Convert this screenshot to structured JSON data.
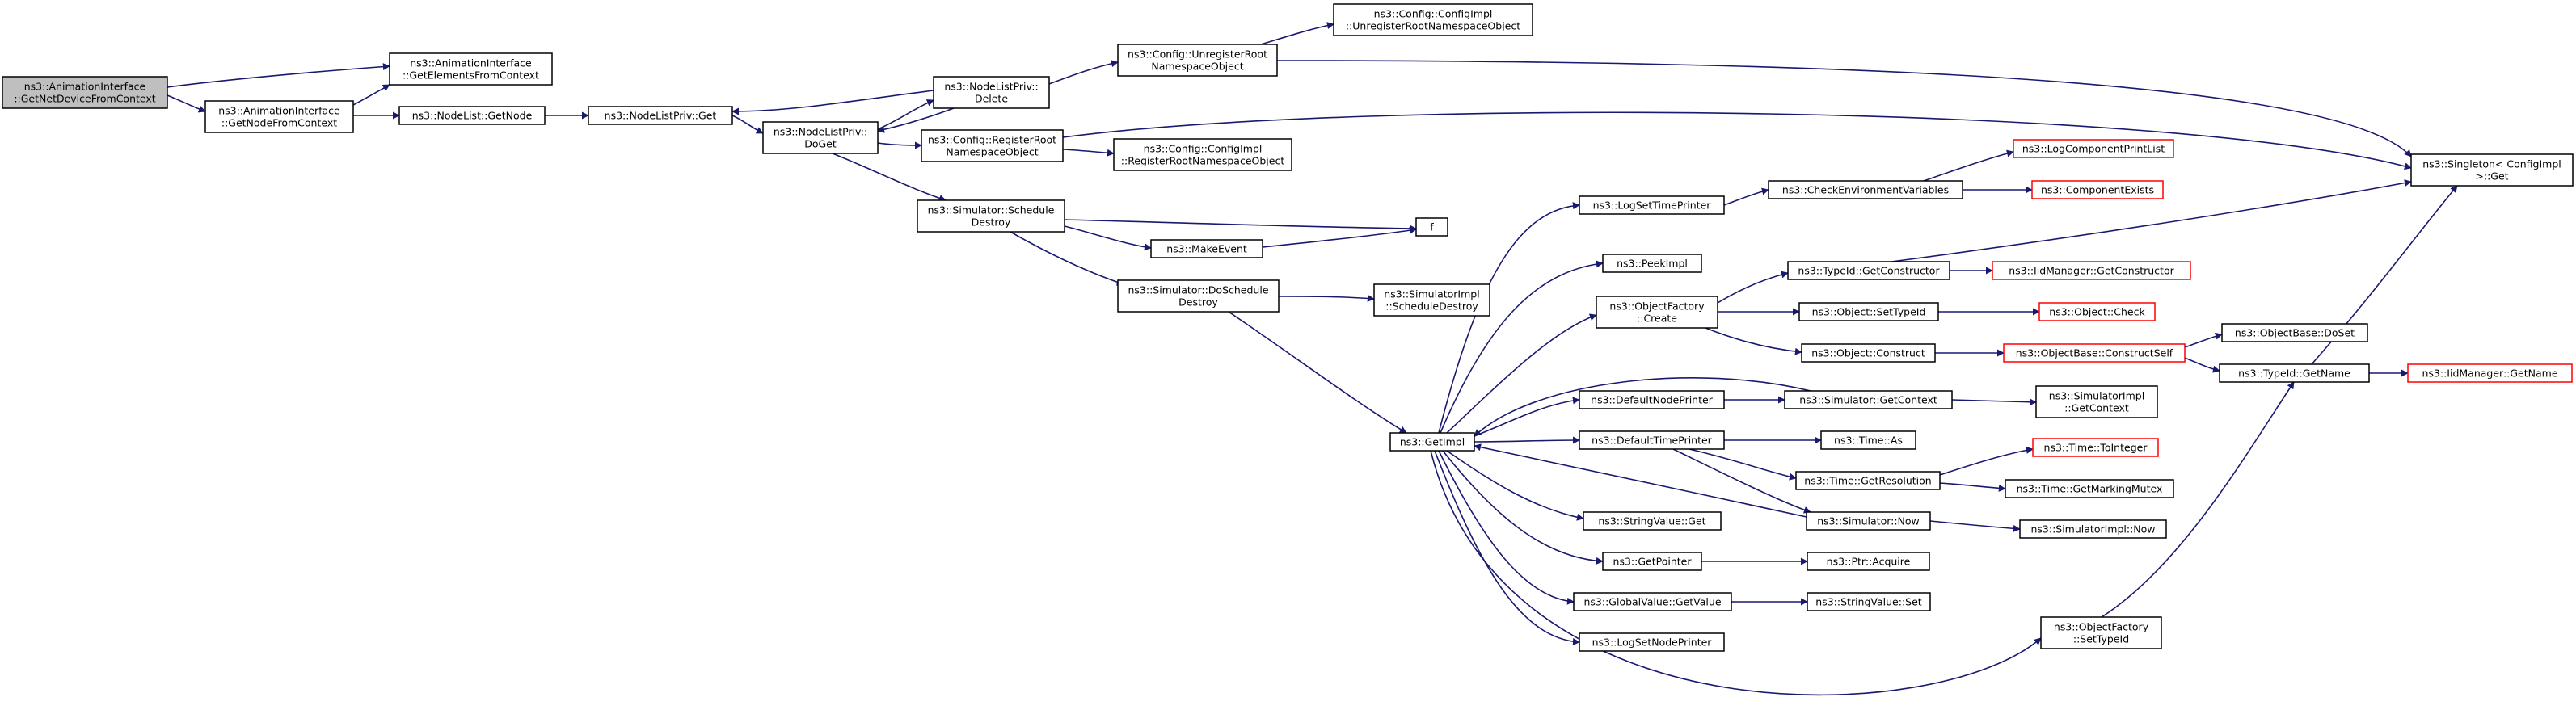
{
  "colors": {
    "edge": "#191970",
    "node_fill": "#ffffff",
    "node_border": "#000000",
    "root_fill": "#bfbfbf",
    "truncated_border": "#ff0000"
  },
  "diagram": {
    "nodes": [
      {
        "id": "root",
        "lines": [
          "ns3::AnimationInterface",
          "::GetNetDeviceFromContext"
        ],
        "style": "root"
      },
      {
        "id": "getElements",
        "lines": [
          "ns3::AnimationInterface",
          "::GetElementsFromContext"
        ],
        "style": "normal"
      },
      {
        "id": "getNodeFromCtx",
        "lines": [
          "ns3::AnimationInterface",
          "::GetNodeFromContext"
        ],
        "style": "normal"
      },
      {
        "id": "nodeListGetNode",
        "lines": [
          "ns3::NodeList::GetNode"
        ],
        "style": "normal"
      },
      {
        "id": "nlpGet",
        "lines": [
          "ns3::NodeListPriv::Get"
        ],
        "style": "normal"
      },
      {
        "id": "nlpDoGet",
        "lines": [
          "ns3::NodeListPriv::",
          "DoGet"
        ],
        "style": "normal"
      },
      {
        "id": "nlpDelete",
        "lines": [
          "ns3::NodeListPriv::",
          "Delete"
        ],
        "style": "normal"
      },
      {
        "id": "cfgUnreg",
        "lines": [
          "ns3::Config::UnregisterRoot",
          "NamespaceObject"
        ],
        "style": "normal"
      },
      {
        "id": "cfgImplUnreg",
        "lines": [
          "ns3::Config::ConfigImpl",
          "::UnregisterRootNamespaceObject"
        ],
        "style": "normal"
      },
      {
        "id": "cfgReg",
        "lines": [
          "ns3::Config::RegisterRoot",
          "NamespaceObject"
        ],
        "style": "normal"
      },
      {
        "id": "cfgImplReg",
        "lines": [
          "ns3::Config::ConfigImpl",
          "::RegisterRootNamespaceObject"
        ],
        "style": "normal"
      },
      {
        "id": "schedDestroy",
        "lines": [
          "ns3::Simulator::Schedule",
          "Destroy"
        ],
        "style": "normal"
      },
      {
        "id": "f",
        "lines": [
          "f"
        ],
        "style": "normal"
      },
      {
        "id": "makeEvent",
        "lines": [
          "ns3::MakeEvent"
        ],
        "style": "normal"
      },
      {
        "id": "doSchedDestroy",
        "lines": [
          "ns3::Simulator::DoSchedule",
          "Destroy"
        ],
        "style": "normal"
      },
      {
        "id": "simImplSchedDestroy",
        "lines": [
          "ns3::SimulatorImpl",
          "::ScheduleDestroy"
        ],
        "style": "normal"
      },
      {
        "id": "getImpl",
        "lines": [
          "ns3::GetImpl"
        ],
        "style": "normal"
      },
      {
        "id": "singletonGet",
        "lines": [
          "ns3::Singleton< ConfigImpl",
          ">::Get"
        ],
        "style": "normal"
      },
      {
        "id": "logSetTimePrinter",
        "lines": [
          "ns3::LogSetTimePrinter"
        ],
        "style": "normal"
      },
      {
        "id": "checkEnvVars",
        "lines": [
          "ns3::CheckEnvironmentVariables"
        ],
        "style": "normal"
      },
      {
        "id": "logCompPrintList",
        "lines": [
          "ns3::LogComponentPrintList"
        ],
        "style": "truncated"
      },
      {
        "id": "compExists",
        "lines": [
          "ns3::ComponentExists"
        ],
        "style": "truncated"
      },
      {
        "id": "peekImpl",
        "lines": [
          "ns3::PeekImpl"
        ],
        "style": "normal"
      },
      {
        "id": "objFactoryCreate",
        "lines": [
          "ns3::ObjectFactory",
          "::Create"
        ],
        "style": "normal"
      },
      {
        "id": "typeIdGetCtor",
        "lines": [
          "ns3::TypeId::GetConstructor"
        ],
        "style": "normal"
      },
      {
        "id": "iidGetCtor",
        "lines": [
          "ns3::IidManager::GetConstructor"
        ],
        "style": "truncated"
      },
      {
        "id": "objSetTypeId",
        "lines": [
          "ns3::Object::SetTypeId"
        ],
        "style": "normal"
      },
      {
        "id": "objCheck",
        "lines": [
          "ns3::Object::Check"
        ],
        "style": "truncated"
      },
      {
        "id": "objConstruct",
        "lines": [
          "ns3::Object::Construct"
        ],
        "style": "normal"
      },
      {
        "id": "objBaseConstructSelf",
        "lines": [
          "ns3::ObjectBase::ConstructSelf"
        ],
        "style": "truncated"
      },
      {
        "id": "objBaseDoSet",
        "lines": [
          "ns3::ObjectBase::DoSet"
        ],
        "style": "normal"
      },
      {
        "id": "typeIdGetName",
        "lines": [
          "ns3::TypeId::GetName"
        ],
        "style": "normal"
      },
      {
        "id": "iidGetName",
        "lines": [
          "ns3::IidManager::GetName"
        ],
        "style": "truncated"
      },
      {
        "id": "defNodePrinter",
        "lines": [
          "ns3::DefaultNodePrinter"
        ],
        "style": "normal"
      },
      {
        "id": "simGetContext",
        "lines": [
          "ns3::Simulator::GetContext"
        ],
        "style": "normal"
      },
      {
        "id": "simImplGetContext",
        "lines": [
          "ns3::SimulatorImpl",
          "::GetContext"
        ],
        "style": "normal"
      },
      {
        "id": "defTimePrinter",
        "lines": [
          "ns3::DefaultTimePrinter"
        ],
        "style": "normal"
      },
      {
        "id": "timeAs",
        "lines": [
          "ns3::Time::As"
        ],
        "style": "normal"
      },
      {
        "id": "timeToInteger",
        "lines": [
          "ns3::Time::ToInteger"
        ],
        "style": "truncated"
      },
      {
        "id": "timeGetRes",
        "lines": [
          "ns3::Time::GetResolution"
        ],
        "style": "normal"
      },
      {
        "id": "timeGetMarkingMutex",
        "lines": [
          "ns3::Time::GetMarkingMutex"
        ],
        "style": "normal"
      },
      {
        "id": "simNow",
        "lines": [
          "ns3::Simulator::Now"
        ],
        "style": "normal"
      },
      {
        "id": "simImplNow",
        "lines": [
          "ns3::SimulatorImpl::Now"
        ],
        "style": "normal"
      },
      {
        "id": "stringValueGet",
        "lines": [
          "ns3::StringValue::Get"
        ],
        "style": "normal"
      },
      {
        "id": "getPointer",
        "lines": [
          "ns3::GetPointer"
        ],
        "style": "normal"
      },
      {
        "id": "ptrAcquire",
        "lines": [
          "ns3::Ptr::Acquire"
        ],
        "style": "normal"
      },
      {
        "id": "globalValueGetValue",
        "lines": [
          "ns3::GlobalValue::GetValue"
        ],
        "style": "normal"
      },
      {
        "id": "stringValueSet",
        "lines": [
          "ns3::StringValue::Set"
        ],
        "style": "normal"
      },
      {
        "id": "logSetNodePrinter",
        "lines": [
          "ns3::LogSetNodePrinter"
        ],
        "style": "normal"
      },
      {
        "id": "objFactorySetTypeId",
        "lines": [
          "ns3::ObjectFactory",
          "::SetTypeId"
        ],
        "style": "normal"
      }
    ],
    "edges": [
      {
        "from": "root",
        "to": "getElements"
      },
      {
        "from": "root",
        "to": "getNodeFromCtx"
      },
      {
        "from": "getNodeFromCtx",
        "to": "getElements"
      },
      {
        "from": "getNodeFromCtx",
        "to": "nodeListGetNode"
      },
      {
        "from": "nodeListGetNode",
        "to": "nlpGet"
      },
      {
        "from": "nlpGet",
        "to": "nlpDoGet"
      },
      {
        "from": "nlpDoGet",
        "to": "nlpDelete"
      },
      {
        "from": "nlpDelete",
        "to": "nlpGet"
      },
      {
        "from": "nlpDelete",
        "to": "nlpDoGet"
      },
      {
        "from": "nlpDelete",
        "to": "cfgUnreg"
      },
      {
        "from": "cfgUnreg",
        "to": "cfgImplUnreg"
      },
      {
        "from": "cfgUnreg",
        "to": "singletonGet"
      },
      {
        "from": "nlpDoGet",
        "to": "cfgReg"
      },
      {
        "from": "cfgReg",
        "to": "cfgImplReg"
      },
      {
        "from": "cfgReg",
        "to": "singletonGet"
      },
      {
        "from": "nlpDoGet",
        "to": "schedDestroy"
      },
      {
        "from": "schedDestroy",
        "to": "f"
      },
      {
        "from": "schedDestroy",
        "to": "makeEvent"
      },
      {
        "from": "makeEvent",
        "to": "f"
      },
      {
        "from": "schedDestroy",
        "to": "doSchedDestroy"
      },
      {
        "from": "doSchedDestroy",
        "to": "simImplSchedDestroy"
      },
      {
        "from": "doSchedDestroy",
        "to": "getImpl"
      },
      {
        "from": "getImpl",
        "to": "logSetTimePrinter"
      },
      {
        "from": "logSetTimePrinter",
        "to": "checkEnvVars"
      },
      {
        "from": "checkEnvVars",
        "to": "logCompPrintList"
      },
      {
        "from": "checkEnvVars",
        "to": "compExists"
      },
      {
        "from": "getImpl",
        "to": "peekImpl"
      },
      {
        "from": "getImpl",
        "to": "objFactoryCreate"
      },
      {
        "from": "objFactoryCreate",
        "to": "typeIdGetCtor"
      },
      {
        "from": "typeIdGetCtor",
        "to": "iidGetCtor"
      },
      {
        "from": "typeIdGetCtor",
        "to": "singletonGet"
      },
      {
        "from": "objFactoryCreate",
        "to": "objSetTypeId"
      },
      {
        "from": "objSetTypeId",
        "to": "objCheck"
      },
      {
        "from": "objFactoryCreate",
        "to": "objConstruct"
      },
      {
        "from": "objConstruct",
        "to": "objBaseConstructSelf"
      },
      {
        "from": "objBaseConstructSelf",
        "to": "objBaseDoSet"
      },
      {
        "from": "objBaseConstructSelf",
        "to": "typeIdGetName"
      },
      {
        "from": "typeIdGetName",
        "to": "iidGetName"
      },
      {
        "from": "typeIdGetName",
        "to": "singletonGet"
      },
      {
        "from": "getImpl",
        "to": "defNodePrinter"
      },
      {
        "from": "defNodePrinter",
        "to": "simGetContext"
      },
      {
        "from": "simGetContext",
        "to": "simImplGetContext"
      },
      {
        "from": "simGetContext",
        "to": "getImpl"
      },
      {
        "from": "getImpl",
        "to": "defTimePrinter"
      },
      {
        "from": "defTimePrinter",
        "to": "timeAs"
      },
      {
        "from": "defTimePrinter",
        "to": "timeGetRes"
      },
      {
        "from": "defTimePrinter",
        "to": "simNow"
      },
      {
        "from": "timeGetRes",
        "to": "timeToInteger"
      },
      {
        "from": "timeGetRes",
        "to": "timeGetMarkingMutex"
      },
      {
        "from": "simNow",
        "to": "simImplNow"
      },
      {
        "from": "simNow",
        "to": "getImpl"
      },
      {
        "from": "getImpl",
        "to": "stringValueGet"
      },
      {
        "from": "getImpl",
        "to": "getPointer"
      },
      {
        "from": "getPointer",
        "to": "ptrAcquire"
      },
      {
        "from": "getImpl",
        "to": "globalValueGetValue"
      },
      {
        "from": "globalValueGetValue",
        "to": "stringValueSet"
      },
      {
        "from": "getImpl",
        "to": "logSetNodePrinter"
      },
      {
        "from": "getImpl",
        "to": "objFactorySetTypeId"
      },
      {
        "from": "objFactorySetTypeId",
        "to": "typeIdGetName"
      }
    ]
  }
}
